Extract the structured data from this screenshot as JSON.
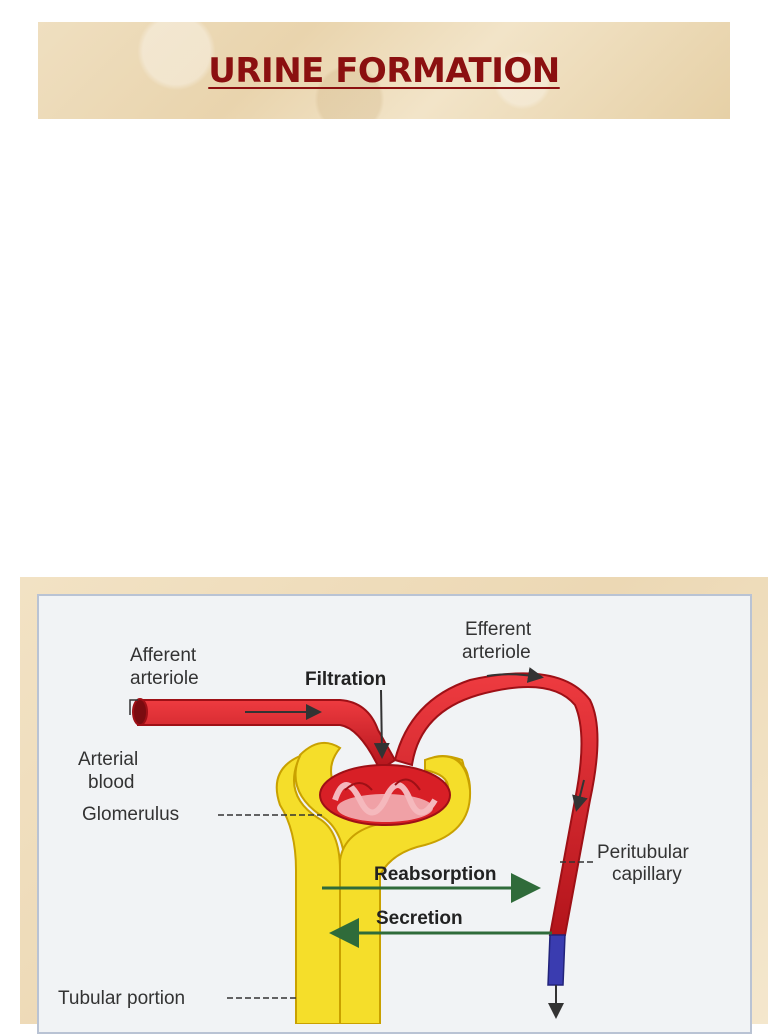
{
  "title": "URINE FORMATION",
  "diagram": {
    "labels": {
      "afferent_line1": "Afferent",
      "afferent_line2": "arteriole",
      "efferent_line1": "Efferent",
      "efferent_line2": "arteriole",
      "arterial_line1": "Arterial",
      "arterial_line2": "blood",
      "glomerulus": "Glomerulus",
      "peritubular_line1": "Peritubular",
      "peritubular_line2": "capillary",
      "tubular": "Tubular portion",
      "filtration": "Filtration",
      "reabsorption": "Reabsorption",
      "secretion": "Secretion"
    },
    "colors": {
      "vessel": "#d81f26",
      "vessel_dark": "#9e1016",
      "tubule": "#f5de2a",
      "tubule_edge": "#c9a100",
      "glomerulus_fill": "#f4b8bd",
      "venous": "#3a3cb0",
      "arrow_green": "#2f6b3a"
    }
  }
}
